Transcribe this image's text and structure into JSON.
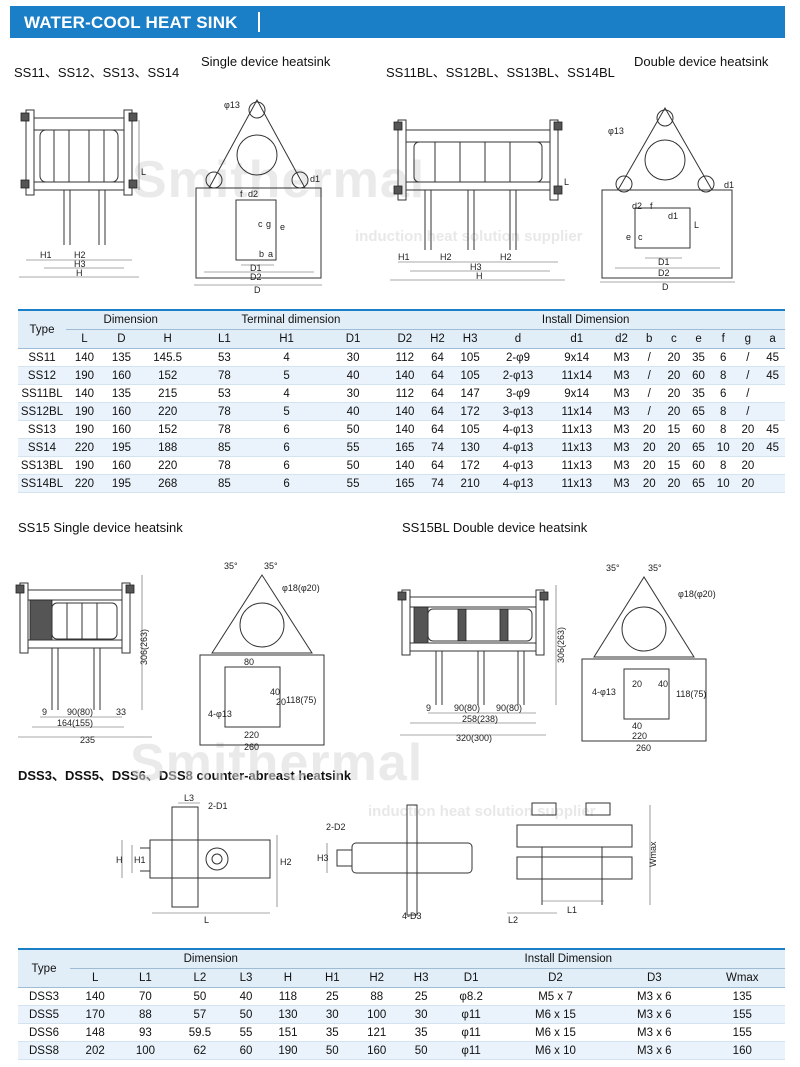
{
  "header": {
    "title": "WATER-COOL HEAT SINK"
  },
  "sections": {
    "s1_left_models": "SS11、SS12、SS13、SS14",
    "s1_left_desc": "Single device heatsink",
    "s1_right_models": "SS11BL、SS12BL、SS13BL、SS14BL",
    "s1_right_desc": "Double device heatsink",
    "s2_left": "SS15 Single device heatsink",
    "s2_right": "SS15BL Double device heatsink",
    "s3_title": "DSS3、DSS5、DSS6、DSS8 counter-abreast heatsink"
  },
  "watermark": {
    "brand": "Smithermal",
    "tagline": "induction heat solution supplier"
  },
  "icons": [
    "heatsink-front-drawing",
    "heatsink-side-drawing"
  ],
  "drawing_labels": {
    "d1": {
      "h1": "H1",
      "h2": "H2",
      "h3": "H3",
      "h": "H",
      "l": "L",
      "phi13": "φ13",
      "d1": "d1",
      "d2": "d2",
      "f": "f",
      "b": "b",
      "a": "a",
      "c": "c",
      "g": "g",
      "e": "e",
      "D1": "D1",
      "D2": "D2",
      "D": "D"
    },
    "d3": {
      "a35l": "35°",
      "a35r": "35°",
      "phi18": "φ18(φ20)",
      "n306": "306(263)",
      "n9": "9",
      "n90": "90(80)",
      "n33": "33",
      "n164": "164(155)",
      "n235": "235",
      "n80": "80",
      "n118": "118(75)",
      "n40a": "40",
      "n20": "20",
      "n4phi": "4-φ13",
      "n220": "220",
      "n260": "260",
      "n258": "258(238)",
      "n320": "320(300)",
      "n40b": "40"
    },
    "d5": {
      "l3": "L3",
      "d1": "2-D1",
      "h1": "H1",
      "h": "H",
      "h2": "H2",
      "l": "L",
      "d2": "2-D2",
      "h3": "H3",
      "d3": "4-D3",
      "l2": "L2",
      "l1": "L1",
      "wmax": "Wmax"
    }
  },
  "table1": {
    "group_headers": [
      "Dimension",
      "Terminal dimension",
      "Install Dimension"
    ],
    "type_header": "Type",
    "columns": [
      "L",
      "D",
      "H",
      "L1",
      "H1",
      "D1",
      "D2",
      "H2",
      "H3",
      "d",
      "d1",
      "d2",
      "b",
      "c",
      "e",
      "f",
      "g",
      "a"
    ],
    "rows": [
      [
        "SS11",
        "140",
        "135",
        "145.5",
        "53",
        "4",
        "30",
        "112",
        "64",
        "105",
        "2-φ9",
        "9x14",
        "M3",
        "/",
        "20",
        "35",
        "6",
        "/",
        "45"
      ],
      [
        "SS12",
        "190",
        "160",
        "152",
        "78",
        "5",
        "40",
        "140",
        "64",
        "105",
        "2-φ13",
        "11x14",
        "M3",
        "/",
        "20",
        "60",
        "8",
        "/",
        "45"
      ],
      [
        "SS11BL",
        "140",
        "135",
        "215",
        "53",
        "4",
        "30",
        "112",
        "64",
        "147",
        "3-φ9",
        "9x14",
        "M3",
        "/",
        "20",
        "35",
        "6",
        "/",
        ""
      ],
      [
        "SS12BL",
        "190",
        "160",
        "220",
        "78",
        "5",
        "40",
        "140",
        "64",
        "172",
        "3-φ13",
        "11x14",
        "M3",
        "/",
        "20",
        "65",
        "8",
        "/",
        ""
      ],
      [
        "SS13",
        "190",
        "160",
        "152",
        "78",
        "6",
        "50",
        "140",
        "64",
        "105",
        "4-φ13",
        "11x13",
        "M3",
        "20",
        "15",
        "60",
        "8",
        "20",
        "45"
      ],
      [
        "SS14",
        "220",
        "195",
        "188",
        "85",
        "6",
        "55",
        "165",
        "74",
        "130",
        "4-φ13",
        "11x13",
        "M3",
        "20",
        "20",
        "65",
        "10",
        "20",
        "45"
      ],
      [
        "SS13BL",
        "190",
        "160",
        "220",
        "78",
        "6",
        "50",
        "140",
        "64",
        "172",
        "4-φ13",
        "11x13",
        "M3",
        "20",
        "15",
        "60",
        "8",
        "20",
        ""
      ],
      [
        "SS14BL",
        "220",
        "195",
        "268",
        "85",
        "6",
        "55",
        "165",
        "74",
        "210",
        "4-φ13",
        "11x13",
        "M3",
        "20",
        "20",
        "65",
        "10",
        "20",
        ""
      ]
    ]
  },
  "table2": {
    "group_headers": [
      "Dimension",
      "Install Dimension"
    ],
    "type_header": "Type",
    "columns": [
      "L",
      "L1",
      "L2",
      "L3",
      "H",
      "H1",
      "H2",
      "H3",
      "D1",
      "D2",
      "D3",
      "Wmax"
    ],
    "rows": [
      [
        "DSS3",
        "140",
        "70",
        "50",
        "40",
        "118",
        "25",
        "88",
        "25",
        "φ8.2",
        "M5 x 7",
        "M3 x 6",
        "135"
      ],
      [
        "DSS5",
        "170",
        "88",
        "57",
        "50",
        "130",
        "30",
        "100",
        "30",
        "φ11",
        "M6 x 15",
        "M3 x 6",
        "155"
      ],
      [
        "DSS6",
        "148",
        "93",
        "59.5",
        "55",
        "151",
        "35",
        "121",
        "35",
        "φ11",
        "M6 x 15",
        "M3 x 6",
        "155"
      ],
      [
        "DSS8",
        "202",
        "100",
        "62",
        "60",
        "190",
        "50",
        "160",
        "50",
        "φ11",
        "M6 x 10",
        "M3 x 6",
        "160"
      ]
    ]
  }
}
